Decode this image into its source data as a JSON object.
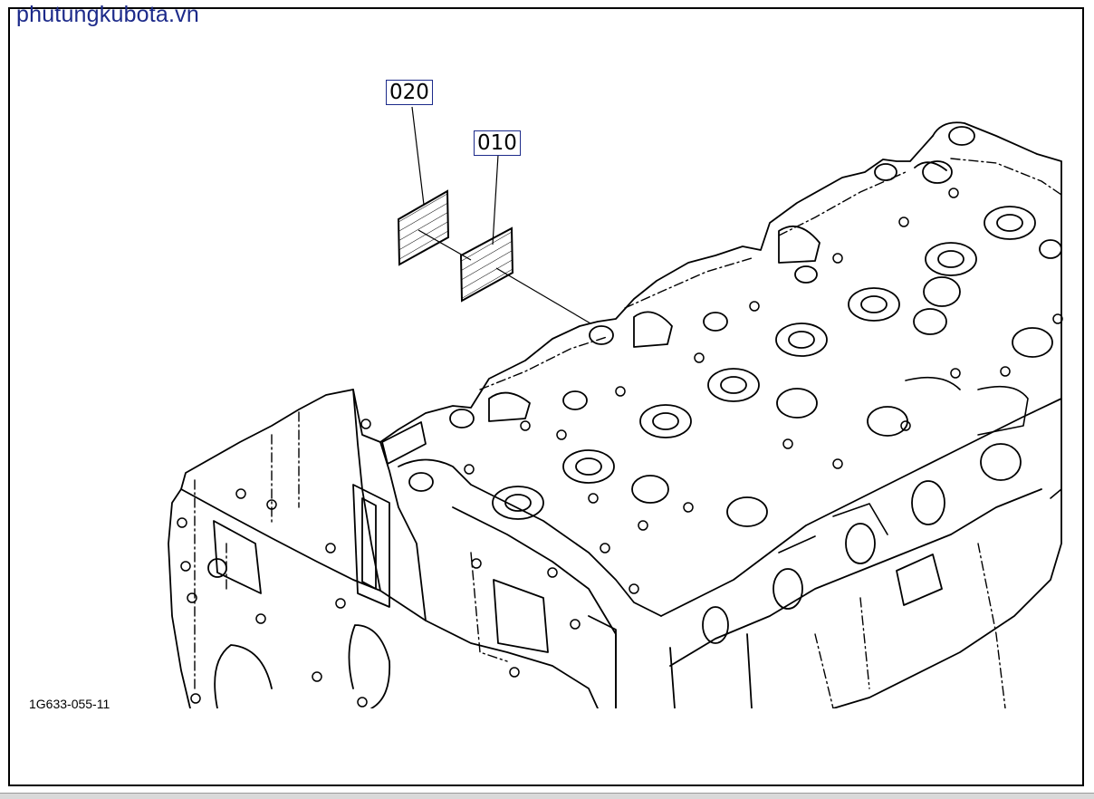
{
  "watermark": "phutungkubota.vn",
  "callouts": [
    {
      "id": "part-020",
      "label": "020"
    },
    {
      "id": "part-010",
      "label": "010"
    }
  ],
  "drawing_id": "1G633-055-11",
  "colors": {
    "watermark": "#1c2a8a",
    "callout_border": "#1c2a8a",
    "line_art": "#000000"
  }
}
